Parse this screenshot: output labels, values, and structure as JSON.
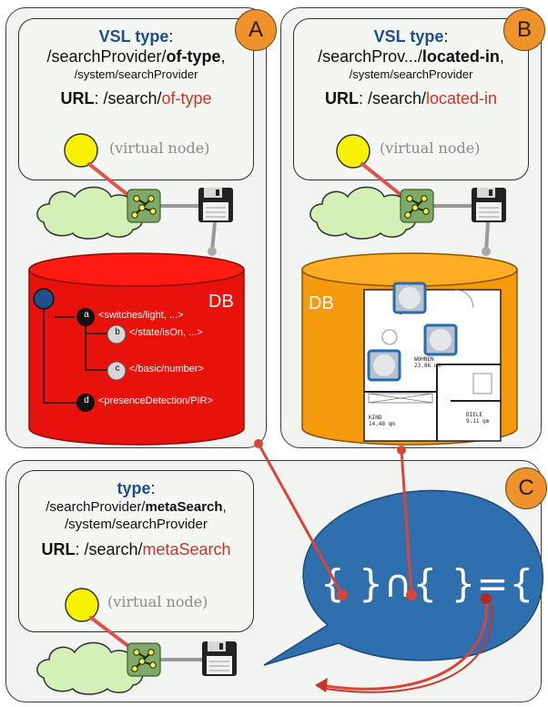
{
  "panels": {
    "a": {
      "badge": "A",
      "type_label": "VSL type",
      "type_colon": ":",
      "path_prefix": "/searchProvider/",
      "path_bold": "of-type",
      "path_suffix": ",",
      "parent_path": "/system/searchProvider",
      "url_label": "URL",
      "url_colon": ": /search/",
      "url_highlight": "of-type",
      "vnode_label": "(virtual node)",
      "db_label": "DB",
      "tree": {
        "a": {
          "letter": "a",
          "text": "<switches/light, ...>"
        },
        "b": {
          "letter": "b",
          "text": "</state/isOn, ...>"
        },
        "c": {
          "letter": "c",
          "text": "</basic/number>"
        },
        "d": {
          "letter": "d",
          "text": "<presenceDetection/PIR>"
        }
      }
    },
    "b": {
      "badge": "B",
      "type_label": "VSL type",
      "type_colon": ":",
      "path_prefix": "/searchProv.../",
      "path_bold": "located-in",
      "path_suffix": ",",
      "parent_path": "/system/searchProvider",
      "url_label": "URL",
      "url_colon": ": /search/",
      "url_highlight": "located-in",
      "vnode_label": "(virtual node)",
      "db_label": "DB",
      "floorplan": {
        "room1_name": "WOHNEN",
        "room1_area": "23.86 qm",
        "room2_name": "KIND",
        "room2_area": "14.48 qm",
        "room3_name": "DIELE",
        "room3_area": "9.11 qm"
      }
    },
    "c": {
      "badge": "C",
      "type_label": "type",
      "type_colon": ":",
      "path_prefix": "/searchProvider/",
      "path_bold": "metaSearch",
      "path_suffix": ",",
      "parent_path": "/system/searchProvider",
      "url_label": "URL",
      "url_colon": ": /search/",
      "url_highlight": "metaSearch",
      "vnode_label": "(virtual node)",
      "formula": "{ }∩{ }={ }"
    }
  },
  "colors": {
    "accent_blue": "#1f4f8a",
    "accent_red": "#c9352a",
    "badge_orange": "#f0922b",
    "db_red": "#e8120c",
    "db_orange": "#f59a0c",
    "bubble_blue": "#2f6fae",
    "cloud_green": "#d3f0b6",
    "node_yellow": "#f7f300",
    "provider_green": "#7fa869"
  },
  "icons": [
    "cloud-icon",
    "provider-node-icon",
    "floppy-disk-icon",
    "virtual-node-icon"
  ]
}
